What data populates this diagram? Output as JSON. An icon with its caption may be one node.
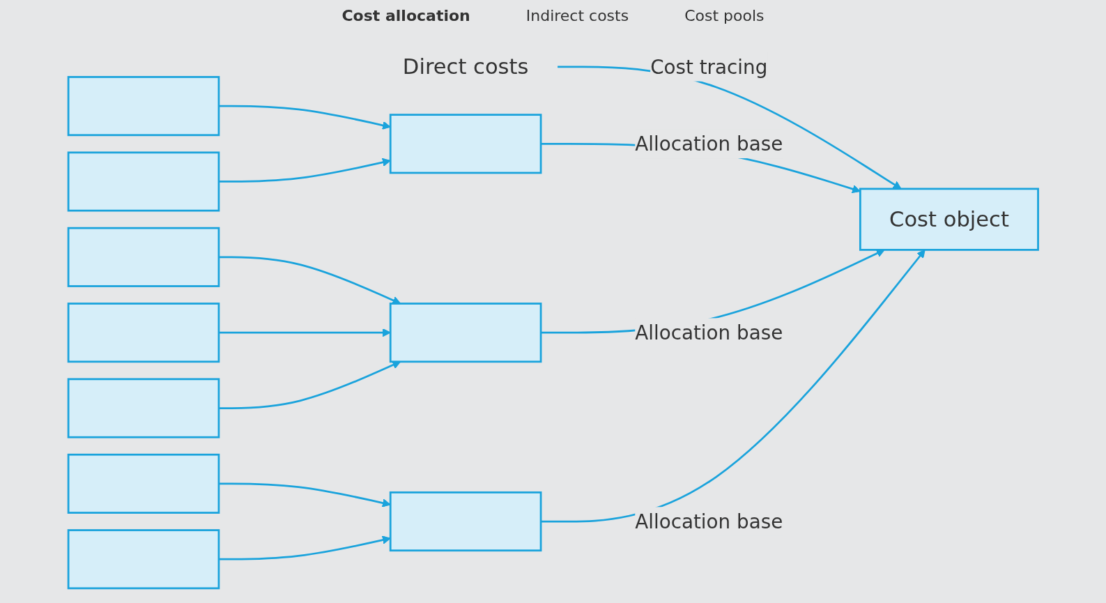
{
  "diagram": {
    "nodes": [
      {
        "text": [
          "Direct costs"
        ]
      },
      {
        "text": [],
        "shape": "box"
      },
      {
        "text": [],
        "shape": "box"
      },
      {
        "text": [],
        "shape": "box"
      },
      {
        "text": [],
        "shape": "box"
      },
      {
        "text": [],
        "shape": "box"
      },
      {
        "text": [],
        "shape": "box"
      },
      {
        "text": [],
        "shape": "box"
      },
      {
        "text": [],
        "shape": "box"
      },
      {
        "text": [],
        "shape": "box"
      },
      {
        "text": [],
        "shape": "box"
      },
      {
        "text": [
          "Cost object"
        ]
      }
    ],
    "edges": [
      {
        "from": 0,
        "to": 11,
        "arrow": "to",
        "label": "Cost tracing"
      },
      {
        "from": 1,
        "to": 8,
        "arrow": "to"
      },
      {
        "from": 2,
        "to": 8,
        "arrow": "to"
      },
      {
        "from": 3,
        "to": 9,
        "arrow": "to"
      },
      {
        "from": 4,
        "to": 9,
        "arrow": "to"
      },
      {
        "from": 5,
        "to": 9,
        "arrow": "to"
      },
      {
        "from": 6,
        "to": 10,
        "arrow": "to"
      },
      {
        "from": 7,
        "to": 10,
        "arrow": "to"
      },
      {
        "from": 8,
        "to": 11,
        "arrow": "to",
        "label": "Allocation base"
      },
      {
        "from": 9,
        "to": 11,
        "arrow": "to",
        "label": "Allocation base"
      },
      {
        "from": 10,
        "to": 11,
        "arrow": "to",
        "label": "Allocation base"
      }
    ],
    "labels": [
      "Cost allocation",
      "Indirect costs",
      "Cost pools"
    ]
  }
}
